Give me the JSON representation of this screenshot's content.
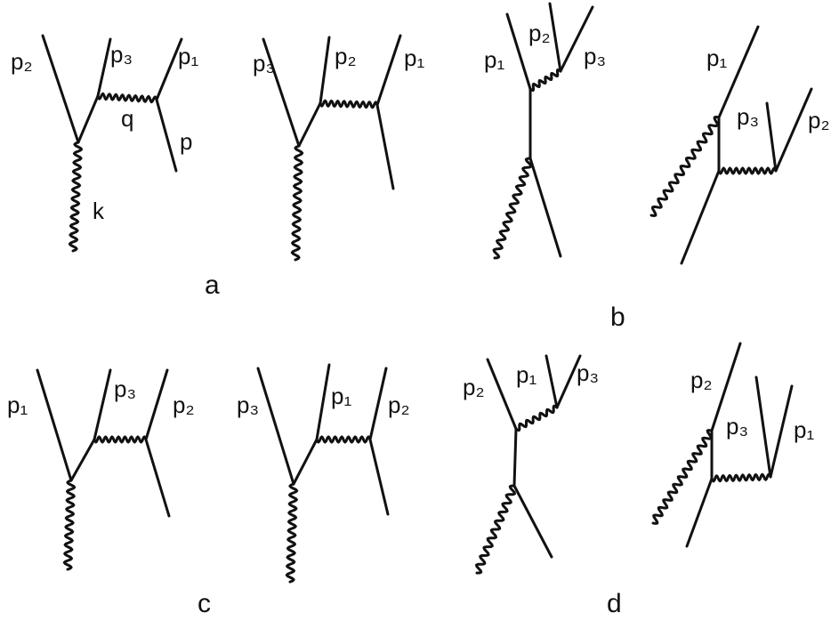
{
  "colors": {
    "ink": "#111111",
    "background": "#ffffff"
  },
  "diagrams": {
    "a1": {
      "p2": "p₂",
      "p3": "p₃",
      "p1": "p₁",
      "q": "q",
      "p": "p",
      "k": "k"
    },
    "a2": {
      "p3": "p₃",
      "p2": "p₂",
      "p1": "p₁"
    },
    "b1": {
      "p1": "p₁",
      "p2": "p₂",
      "p3": "p₃"
    },
    "b2": {
      "p1": "p₁",
      "p3": "p₃",
      "p2": "p₂"
    },
    "c1": {
      "p1": "p₁",
      "p3": "p₃",
      "p2": "p₂"
    },
    "c2": {
      "p3": "p₃",
      "p1": "p₁",
      "p2": "p₂"
    },
    "d1": {
      "p2": "p₂",
      "p1": "p₁",
      "p3": "p₃"
    },
    "d2": {
      "p2": "p₂",
      "p3": "p₃",
      "p1": "p₁"
    }
  },
  "captions": {
    "a": "a",
    "b": "b",
    "c": "c",
    "d": "d"
  }
}
